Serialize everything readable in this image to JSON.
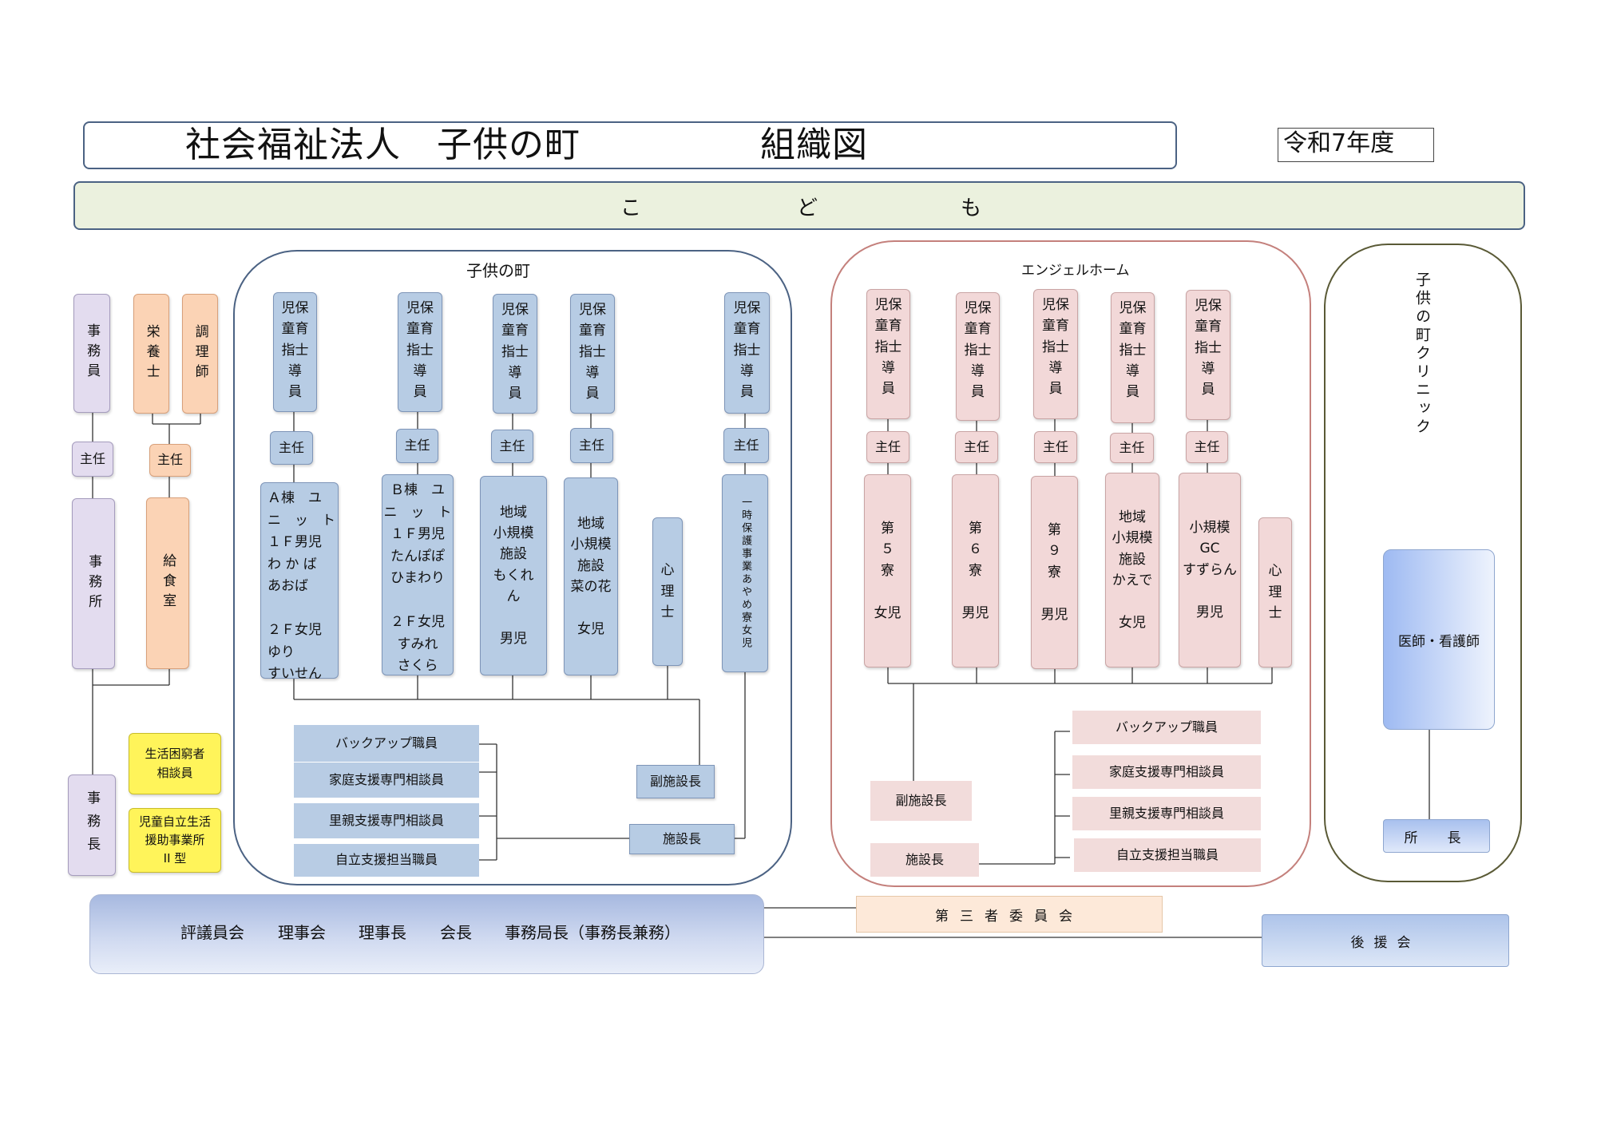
{
  "title": {
    "text": "社会福祉法人　子供の町　　　　　組織図",
    "year": "令和7年度"
  },
  "children_bar": {
    "chars": [
      "こ",
      "ど",
      "も"
    ]
  },
  "groups": {
    "kodomo": "子供の町",
    "angel": "エンジェルホーム",
    "clinic": "子供の町クリニック"
  },
  "admin": {
    "clerk": "事務員",
    "nutritionist": "栄養士",
    "cook": "調理師",
    "chief_office": "主任",
    "chief_kitchen": "主任",
    "office": "事務所",
    "kitchen": "給食室",
    "secretary_general": "事務長",
    "consultant_poverty": "生活困窮者\n相談員",
    "child_independence": "児童自立生活\n援助事業所\nII 型"
  },
  "kodomo": {
    "staff": [
      "児保\n童育\n指士\n導\n員",
      "児保\n童育\n指士\n導\n員",
      "児保\n童育\n指士\n導\n員",
      "児保\n童育\n指士\n導\n員",
      "児保\n童育\n指士\n導\n員"
    ],
    "chiefs": [
      "主任",
      "主任",
      "主任",
      "主任",
      "主任"
    ],
    "units": [
      "Ａ棟　ユ\nニ　ッ　ト\n１Ｆ男児\nわ か ば\nあおば\n\n２Ｆ女児\nゆり\nすいせん",
      "Ｂ棟　ユ\nニ　ッ　ト\n１Ｆ男児\nたんぽぽ\nひまわり\n\n２Ｆ女児\nすみれ\nさくら",
      "地域\n小規模\n施設\nもくれ\nん\n\n男児",
      "地域\n小規模\n施設\n菜の花\n\n女児",
      "心\n理\n士",
      "一時保護事業あやめ寮女児"
    ],
    "backup": [
      "バックアップ職員",
      "家庭支援専門相談員",
      "里親支援専門相談員",
      "自立支援担当職員"
    ],
    "vice_director": "副施設長",
    "director": "施設長"
  },
  "angel": {
    "staff": [
      "児保\n童育\n指士\n導\n員",
      "児保\n童育\n指士\n導\n員",
      "児保\n童育\n指士\n導\n員",
      "児保\n童育\n指士\n導\n員",
      "児保\n童育\n指士\n導\n員"
    ],
    "chiefs": [
      "主任",
      "主任",
      "主任",
      "主任",
      "主任"
    ],
    "units": [
      "第\n５\n寮\n\n女児",
      "第\n６\n寮\n\n男児",
      "第\n９\n寮\n\n男児",
      "地域\n小規模\n施設\nかえで\n\n女児",
      "小規模\nGC\nすずらん\n\n男児",
      "心\n理\n士"
    ],
    "backup": [
      "バックアップ職員",
      "家庭支援専門相談員",
      "里親支援専門相談員",
      "自立支援担当職員"
    ],
    "vice_director": "副施設長",
    "director": "施設長"
  },
  "clinic": {
    "doctor_nurse": "医師・看護師",
    "director": "所　長"
  },
  "governance": {
    "items": [
      "評議員会",
      "理事会",
      "理事長",
      "会長",
      "事務局長（事務長兼務）"
    ]
  },
  "third_party": "第三者委員会",
  "supporters": "後援会"
}
